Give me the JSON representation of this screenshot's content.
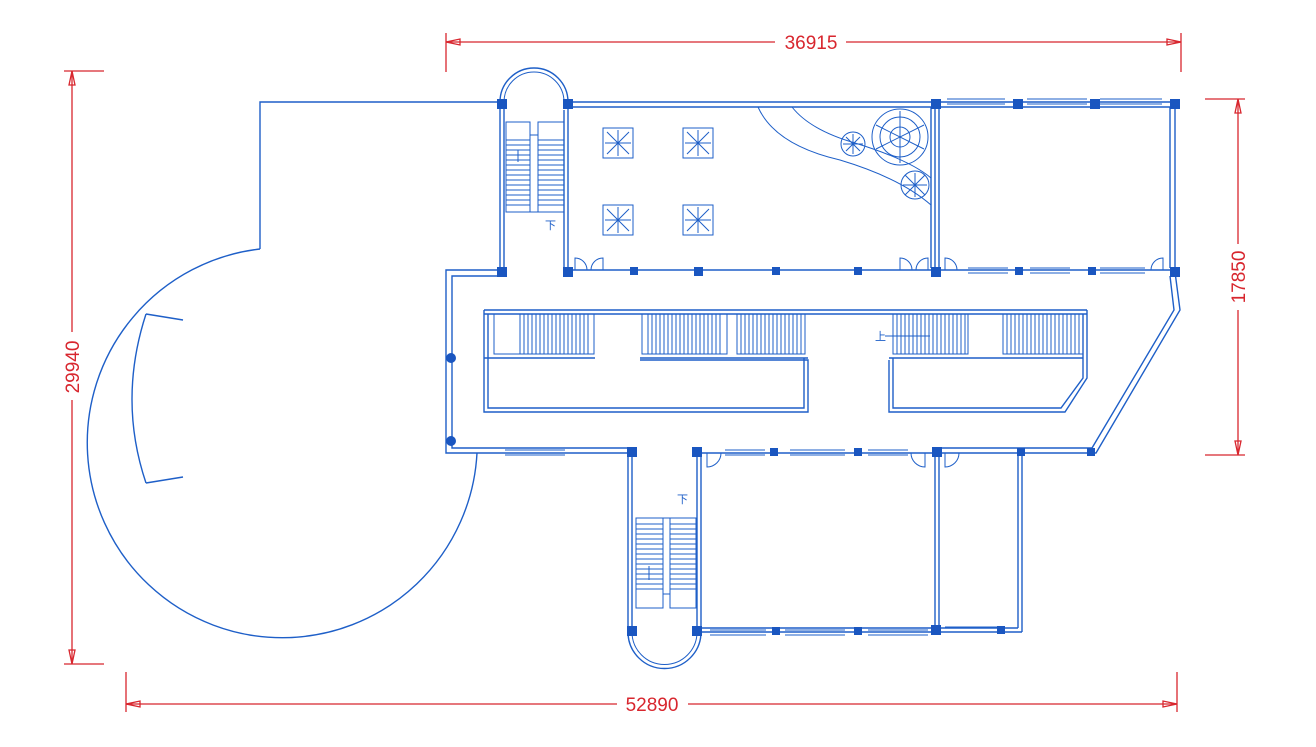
{
  "dimensions": {
    "top": "36915",
    "right": "17850",
    "left": "29940",
    "bottom": "52890"
  },
  "stair_labels": {
    "west_down": "下",
    "south_down": "下",
    "corridor_up": "上"
  },
  "colors": {
    "linework": "#1e5fc8",
    "dimension": "#d8262e",
    "background": "#ffffff"
  },
  "icons": [
    "tree-icon",
    "shrub-icon",
    "planter-icon",
    "door-swing-icon",
    "column-icon"
  ]
}
